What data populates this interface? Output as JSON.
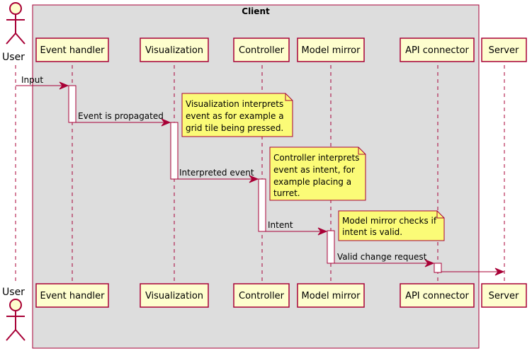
{
  "box": {
    "label": "Client"
  },
  "actor": {
    "name": "User"
  },
  "participants": [
    {
      "id": "eh",
      "label": "Event handler"
    },
    {
      "id": "vis",
      "label": "Visualization"
    },
    {
      "id": "ctrl",
      "label": "Controller"
    },
    {
      "id": "mm",
      "label": "Model mirror"
    },
    {
      "id": "api",
      "label": "API connector"
    },
    {
      "id": "srv",
      "label": "Server"
    }
  ],
  "messages": [
    {
      "label": "Input"
    },
    {
      "label": "Event is propagated"
    },
    {
      "label": "Interpreted event"
    },
    {
      "label": "Intent"
    },
    {
      "label": "Valid change request"
    },
    {
      "label": ""
    }
  ],
  "notes": [
    {
      "lines": [
        "Visualization interprets",
        "event as for example a",
        "grid tile  being pressed."
      ]
    },
    {
      "lines": [
        "Controller interprets",
        "event as intent, for",
        "example placing a",
        "turret."
      ]
    },
    {
      "lines": [
        "Model mirror checks if",
        "intent is valid."
      ]
    }
  ],
  "colors": {
    "box_fill": "#dddddd",
    "box_stroke": "#a80036",
    "participant_fill": "#fefece",
    "note_fill": "#fbfb77",
    "arrow": "#a80036"
  }
}
